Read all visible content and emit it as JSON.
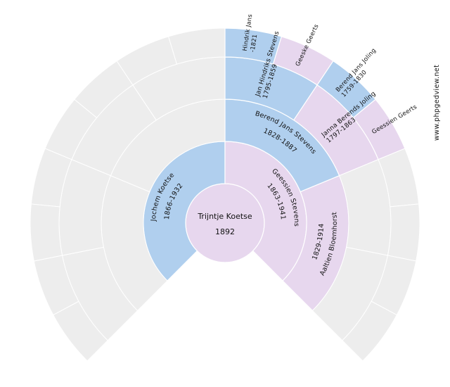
{
  "chart_data": {
    "type": "pie",
    "title": "",
    "subtitle": "",
    "xlabel": "",
    "ylabel": "",
    "legend_position": "none",
    "grid": false,
    "chart_kind": "ancestor-fan-chart",
    "generations": 5,
    "sweep_degrees": 270,
    "colors": {
      "male": "#b0cfee",
      "female": "#e7d7ee",
      "empty": "#ededed",
      "background": "#ffffff",
      "outline": "#ffffff",
      "text": "#111111"
    },
    "categories": [
      "generation-1",
      "generation-2",
      "generation-3",
      "generation-4",
      "generation-5"
    ],
    "values": [
      1,
      2,
      4,
      8,
      16
    ],
    "series": [
      {
        "name": "filled-ancestors",
        "values": [
          1,
          2,
          4,
          2,
          4
        ]
      },
      {
        "name": "empty-ancestors",
        "values": [
          0,
          0,
          0,
          6,
          12
        ]
      }
    ]
  },
  "watermark": {
    "label": "www.phpgedview.net"
  },
  "center": {
    "name": "Trijntje Koetse",
    "dates": "1892",
    "sex": "female"
  },
  "generation2": [
    {
      "id": "g2-father",
      "name": "Jochem Koetse",
      "dates": "1866-1932",
      "sex": "male"
    },
    {
      "id": "g2-mother",
      "name": "Geessien Stevens",
      "dates": "1863-1941",
      "sex": "female"
    }
  ],
  "generation3": [
    {
      "id": "g3-1",
      "name": "",
      "dates": "",
      "sex": "empty"
    },
    {
      "id": "g3-2",
      "name": "",
      "dates": "",
      "sex": "empty"
    },
    {
      "id": "g3-3",
      "name": "Berend Jans Stevens",
      "dates": "1828-1887",
      "sex": "male"
    },
    {
      "id": "g3-4",
      "name": "Aaltien Bloemhorst",
      "dates": "1829-1914",
      "sex": "female"
    }
  ],
  "generation4": [
    {
      "id": "g4-1",
      "name": "",
      "dates": "",
      "sex": "empty"
    },
    {
      "id": "g4-2",
      "name": "",
      "dates": "",
      "sex": "empty"
    },
    {
      "id": "g4-3",
      "name": "",
      "dates": "",
      "sex": "empty"
    },
    {
      "id": "g4-4",
      "name": "",
      "dates": "",
      "sex": "empty"
    },
    {
      "id": "g4-5",
      "name": "Jan Hindriks Stevens",
      "dates": "1795-1859",
      "sex": "male"
    },
    {
      "id": "g4-6",
      "name": "Janna Berends Joling",
      "dates": "1797-1863",
      "sex": "female"
    },
    {
      "id": "g4-7",
      "name": "",
      "dates": "",
      "sex": "empty"
    },
    {
      "id": "g4-8",
      "name": "",
      "dates": "",
      "sex": "empty"
    }
  ],
  "generation5": [
    {
      "id": "g5-1",
      "name": "",
      "dates": "",
      "sex": "empty"
    },
    {
      "id": "g5-2",
      "name": "",
      "dates": "",
      "sex": "empty"
    },
    {
      "id": "g5-3",
      "name": "",
      "dates": "",
      "sex": "empty"
    },
    {
      "id": "g5-4",
      "name": "",
      "dates": "",
      "sex": "empty"
    },
    {
      "id": "g5-5",
      "name": "",
      "dates": "",
      "sex": "empty"
    },
    {
      "id": "g5-6",
      "name": "",
      "dates": "",
      "sex": "empty"
    },
    {
      "id": "g5-7",
      "name": "",
      "dates": "",
      "sex": "empty"
    },
    {
      "id": "g5-8",
      "name": "",
      "dates": "",
      "sex": "empty"
    },
    {
      "id": "g5-9",
      "name": "Hindrik Jans",
      "dates": "-1821",
      "sex": "male"
    },
    {
      "id": "g5-10",
      "name": "Geeske Geerts",
      "dates": "",
      "sex": "female"
    },
    {
      "id": "g5-11",
      "name": "Berend Jans Joling",
      "dates": "1759-1830",
      "sex": "male"
    },
    {
      "id": "g5-12",
      "name": "Geessien Geerts",
      "dates": "",
      "sex": "female"
    },
    {
      "id": "g5-13",
      "name": "",
      "dates": "",
      "sex": "empty"
    },
    {
      "id": "g5-14",
      "name": "",
      "dates": "",
      "sex": "empty"
    },
    {
      "id": "g5-15",
      "name": "",
      "dates": "",
      "sex": "empty"
    },
    {
      "id": "g5-16",
      "name": "",
      "dates": "",
      "sex": "empty"
    }
  ]
}
